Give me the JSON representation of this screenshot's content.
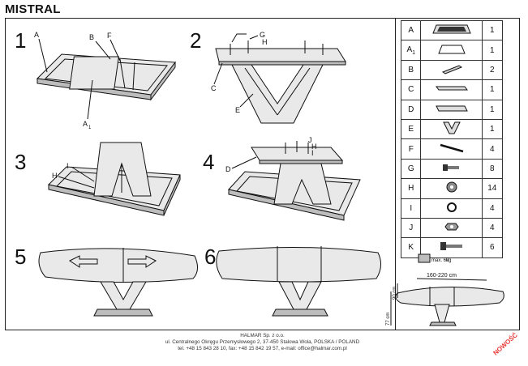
{
  "title": "MISTRAL",
  "steps": [
    {
      "number": "1",
      "labels": {
        "a": "A",
        "b": "B",
        "f": "F",
        "a1": "A",
        "a1_sub": "1"
      }
    },
    {
      "number": "2",
      "labels": {
        "g": "G",
        "h": "H",
        "c": "C",
        "e": "E"
      }
    },
    {
      "number": "3",
      "labels": {
        "i": "I",
        "h": "H"
      }
    },
    {
      "number": "4",
      "labels": {
        "d": "D",
        "j": "J",
        "h": "H",
        "i": "I"
      }
    },
    {
      "number": "5",
      "labels": {}
    },
    {
      "number": "6",
      "labels": {}
    }
  ],
  "parts": [
    {
      "letter": "A",
      "sub": "",
      "qty": "1",
      "icon": "table-top-icon"
    },
    {
      "letter": "A",
      "sub": "1",
      "qty": "1",
      "icon": "extension-leaf-icon"
    },
    {
      "letter": "B",
      "sub": "",
      "qty": "2",
      "icon": "slide-rail-icon"
    },
    {
      "letter": "C",
      "sub": "",
      "qty": "1",
      "icon": "upper-beam-icon"
    },
    {
      "letter": "D",
      "sub": "",
      "qty": "1",
      "icon": "mounting-plate-icon"
    },
    {
      "letter": "E",
      "sub": "",
      "qty": "1",
      "icon": "v-leg-icon"
    },
    {
      "letter": "F",
      "sub": "",
      "qty": "4",
      "icon": "threaded-rod-icon"
    },
    {
      "letter": "G",
      "sub": "",
      "qty": "8",
      "icon": "bolt-icon"
    },
    {
      "letter": "H",
      "sub": "",
      "qty": "14",
      "icon": "washer-icon"
    },
    {
      "letter": "I",
      "sub": "",
      "qty": "4",
      "icon": "spring-washer-icon"
    },
    {
      "letter": "J",
      "sub": "",
      "qty": "4",
      "icon": "nut-icon"
    },
    {
      "letter": "K",
      "sub": "",
      "qty": "6",
      "icon": "long-bolt-icon"
    }
  ],
  "dimensions": {
    "max_load": "max. 60",
    "max_load_unit": "kg",
    "length": "160-220 cm",
    "height": "77 cm",
    "depth": "90 cm"
  },
  "footer": {
    "line1": "HALMAR Sp. z o.o.",
    "line2": "ul. Centralnego Okręgu Przemysłowego 2, 37-450 Stalowa Wola, POLSKA / POLAND",
    "line3": "tel. +48 15 843 28 10, fax: +48 15 842 19 57, e-mail: office@halmar.com.pl"
  },
  "badge": "NOWOŚĆ"
}
